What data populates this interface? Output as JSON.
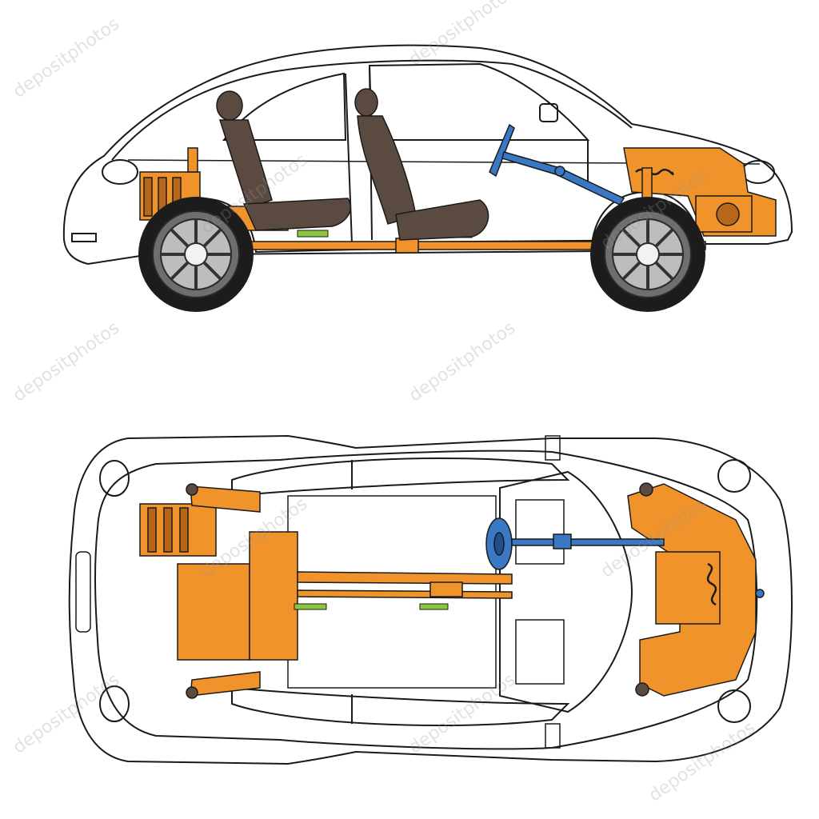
{
  "watermark": {
    "text": "depositphotos"
  },
  "colors": {
    "outline": "#1a1a1a",
    "chassis": "#f0932b",
    "chassis_dark": "#b8661a",
    "seat": "#5b4a3f",
    "steering": "#3a78c4",
    "accent_green": "#8cc63f",
    "tire": "#1c1c1c",
    "rim": "#9a9a9a"
  },
  "views": [
    {
      "name": "side-view"
    },
    {
      "name": "top-view"
    }
  ]
}
